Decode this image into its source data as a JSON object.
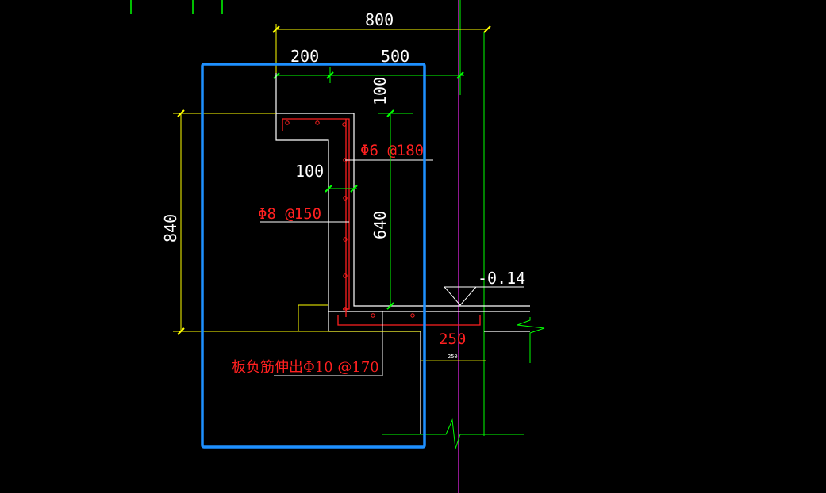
{
  "colors": {
    "background": "#000000",
    "outline": "#ffffff",
    "dimension": "#ffff00",
    "dimension_aux": "#00ff00",
    "rebar": "#ff2020",
    "axis": "#c020c0",
    "selection": "#1e90ff"
  },
  "dimensions": {
    "total_width": "800",
    "width_left": "200",
    "width_right": "500",
    "top_height": "100",
    "wall_thickness": "100",
    "wall_height": "640",
    "total_height": "840",
    "slab_label": "250",
    "slab_small_label": "250"
  },
  "elevation": "-0.14",
  "rebar_labels": {
    "horizontal": "Φ6 @180",
    "vertical": "Φ8 @150",
    "slab_extension": "板负筋伸出Φ10 @170"
  }
}
